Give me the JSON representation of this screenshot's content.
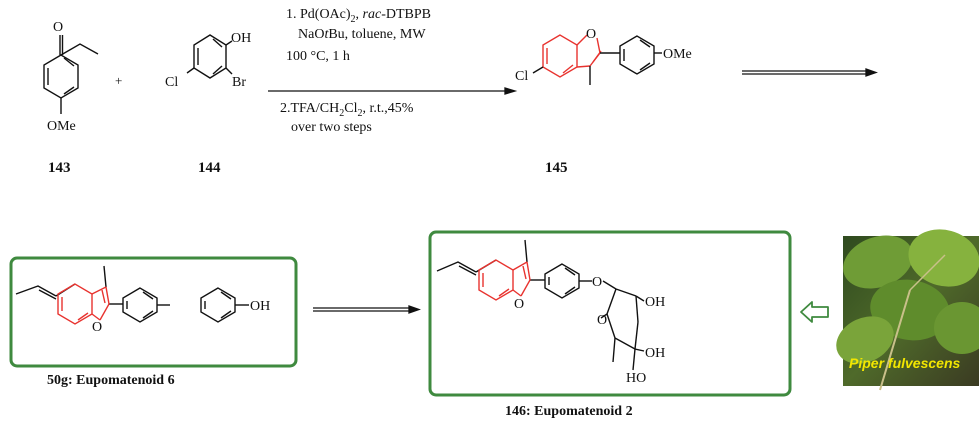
{
  "colors": {
    "bond": "#111111",
    "highlight_ring": "#e8332f",
    "box_border": "#3f8a3f",
    "hollow_arrow": "#3f8a3f",
    "photo_label": "#f2e600"
  },
  "compounds": {
    "c143": {
      "id": "143",
      "substituent": "OMe",
      "carbonyl_o": "O"
    },
    "c144": {
      "id": "144",
      "oh": "OH",
      "cl": "Cl",
      "br": "Br"
    },
    "c145": {
      "id": "145",
      "cl": "Cl",
      "ome": "OMe",
      "ring_o": "O"
    },
    "c50g": {
      "label": "50g: Eupomatenoid 6",
      "oh": "OH",
      "ring_o": "O"
    },
    "c146": {
      "label": "146: Eupomatenoid 2",
      "ring_o": "O",
      "ether_o": "O",
      "sugar_o": "O",
      "oh1": "OH",
      "oh2": "OH",
      "ho": "HO"
    }
  },
  "reaction": {
    "plus": "+",
    "step1_prefix": "1. Pd(OAc)",
    "step1_sub": "2",
    "step1_mid": ", ",
    "step1_italic": "rac",
    "step1_suffix": "-DTBPB",
    "step1_line2_a": "NaO",
    "step1_line2_italic": "t",
    "step1_line2_b": "Bu, toluene, MW",
    "step1_line3": "100 °C, 1 h",
    "step2_prefix": "2.TFA/CH",
    "step2_sub1": "2",
    "step2_mid": "Cl",
    "step2_sub2": "2",
    "step2_suffix": ", r.t.,45%",
    "step2_line2": "over two steps"
  },
  "photo": {
    "caption": "Piper fulvescens"
  }
}
